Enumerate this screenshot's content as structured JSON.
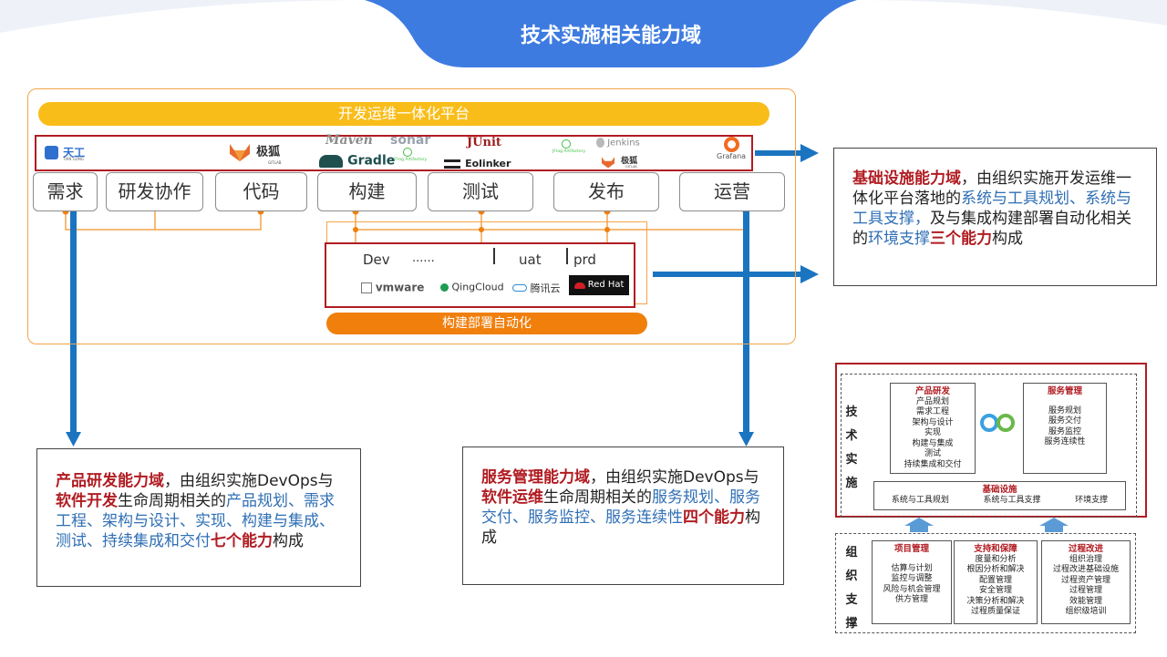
{
  "header": {
    "title": "技术实施相关能力域"
  },
  "platform": {
    "title": "开发运维一体化平台",
    "tools": {
      "tiangong": "天工",
      "tiangong_sub": "TIAN GONG",
      "jihu": "极狐",
      "jihu_sub": "GITLAB",
      "maven": "Maven",
      "sonar": "sonar",
      "gradle": "Gradle",
      "jfrog": "JFrog Artifactory",
      "junit": "JUnit",
      "eolinker": "Eolinker",
      "jfrog2": "JFrog Artifactory",
      "jenkins": "Jenkins",
      "jihu2": "极狐",
      "jihu2_sub": "GITLAB",
      "grafana": "Grafana"
    },
    "stages": [
      "需求",
      "研发协作",
      "代码",
      "构建",
      "测试",
      "发布",
      "运营"
    ]
  },
  "infra": {
    "envs": {
      "dev": "Dev",
      "dots": "......",
      "uat": "uat",
      "prd": "prd"
    },
    "clouds": {
      "vmware": "vmware",
      "qingcloud": "QingCloud",
      "tencent": "腾讯云",
      "redhat": "Red Hat"
    },
    "deploy_bar": "构建部署自动化"
  },
  "text_infra": {
    "t1": "基础设施能力域",
    "t2": "，由组织实施开发运维一体化平台落地的",
    "t3": "系统与工具规划、系统与工具支撑，",
    "t4": "及",
    "t5": "与集成构建部署自动化相关的",
    "t6": "环境支撑",
    "t7": "三个能力",
    "t8": "构成"
  },
  "text_product": {
    "t1": "产品研发能力域",
    "t2": "，由组织实施DevOps与",
    "t3": "软件开发",
    "t4": "生命周期相关的",
    "t5": "产品规划、需求工程、架构与设计、实现、构建与集成、测试、持续集成和交付",
    "t6": "七个能力",
    "t7": "构成"
  },
  "text_service": {
    "t1": "服务管理能力域",
    "t2": "，由组织实施DevOps与",
    "t3": "软件运维",
    "t4": "生命周期相关的",
    "t5": "服务规划、服务交付、服务监控、服务连续性",
    "t6": "四个能力",
    "t7": "构成"
  },
  "model": {
    "side_tech": [
      "技",
      "术",
      "实",
      "施"
    ],
    "side_org": [
      "组",
      "织",
      "支",
      "撑"
    ],
    "product": {
      "title": "产品研发",
      "items": [
        "产品规划",
        "需求工程",
        "架构与设计",
        "实现",
        "构建与集成",
        "测试",
        "持续集成和交付"
      ]
    },
    "service": {
      "title": "服务管理",
      "items": [
        "服务规划",
        "服务交付",
        "服务监控",
        "服务连续性"
      ]
    },
    "infra": {
      "title": "基础设施",
      "items": [
        "系统与工具规划",
        "系统与工具支撑",
        "环境支撑"
      ]
    },
    "project": {
      "title": "项目管理",
      "items": [
        "估算与计划",
        "监控与调整",
        "风险与机会管理",
        "供方管理"
      ]
    },
    "support": {
      "title": "支持和保障",
      "items": [
        "度量和分析",
        "根因分析和解决",
        "配置管理",
        "安全管理",
        "决策分析和解决",
        "过程质量保证"
      ]
    },
    "process": {
      "title": "过程改进",
      "items": [
        "组织治理",
        "过程改进基础设施",
        "过程资产管理",
        "过程管理",
        "效能管理",
        "组织级培训"
      ]
    }
  },
  "colors": {
    "blue": "#3d7be0",
    "red": "#b01c22",
    "orange": "#f07f0c",
    "yellow": "#f9bd1a",
    "arrow": "#1b74c0"
  }
}
